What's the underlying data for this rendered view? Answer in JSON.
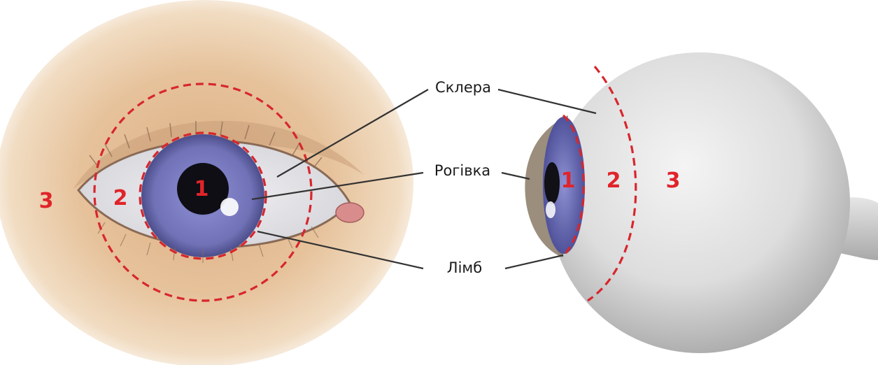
{
  "labels": {
    "sclera": "Склера",
    "cornea": "Рогівка",
    "limbus": "Лімб"
  },
  "zones": {
    "front": {
      "z1": "1",
      "z2": "2",
      "z3": "3"
    },
    "side": {
      "z1": "1",
      "z2": "2",
      "z3": "3"
    }
  },
  "colors": {
    "zone_marker": "#e0242a",
    "iris": "#6f70b8",
    "skin": "#e7c39a",
    "sclera": "#e4e4e4"
  }
}
